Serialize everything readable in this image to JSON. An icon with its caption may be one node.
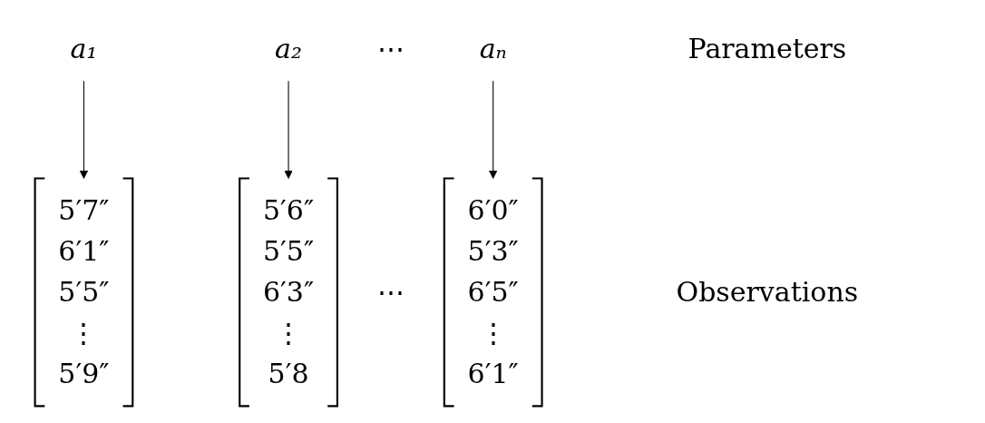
{
  "diagram": {
    "nodes": [
      {
        "text": [
          "a₁"
        ]
      },
      {
        "text": [
          "a₂"
        ]
      },
      {
        "text": [
          "aₙ"
        ]
      },
      {
        "text": [
          "5′7″",
          "6′1″",
          "5′5″",
          "⋮",
          "5′9″"
        ]
      },
      {
        "text": [
          "5′6″",
          "5′5″",
          "6′3″",
          "⋮",
          "5′8"
        ]
      },
      {
        "text": [
          "6′0″",
          "5′3″",
          "6′5″",
          "⋮",
          "6′1″"
        ]
      }
    ],
    "edges": [
      {
        "from": 0,
        "to": 3,
        "arrow": "to"
      },
      {
        "from": 1,
        "to": 4,
        "arrow": "to"
      },
      {
        "from": 2,
        "to": 5,
        "arrow": "to"
      }
    ],
    "labels": [
      "⋯",
      "Parameters",
      "⋯",
      "Observations"
    ]
  }
}
